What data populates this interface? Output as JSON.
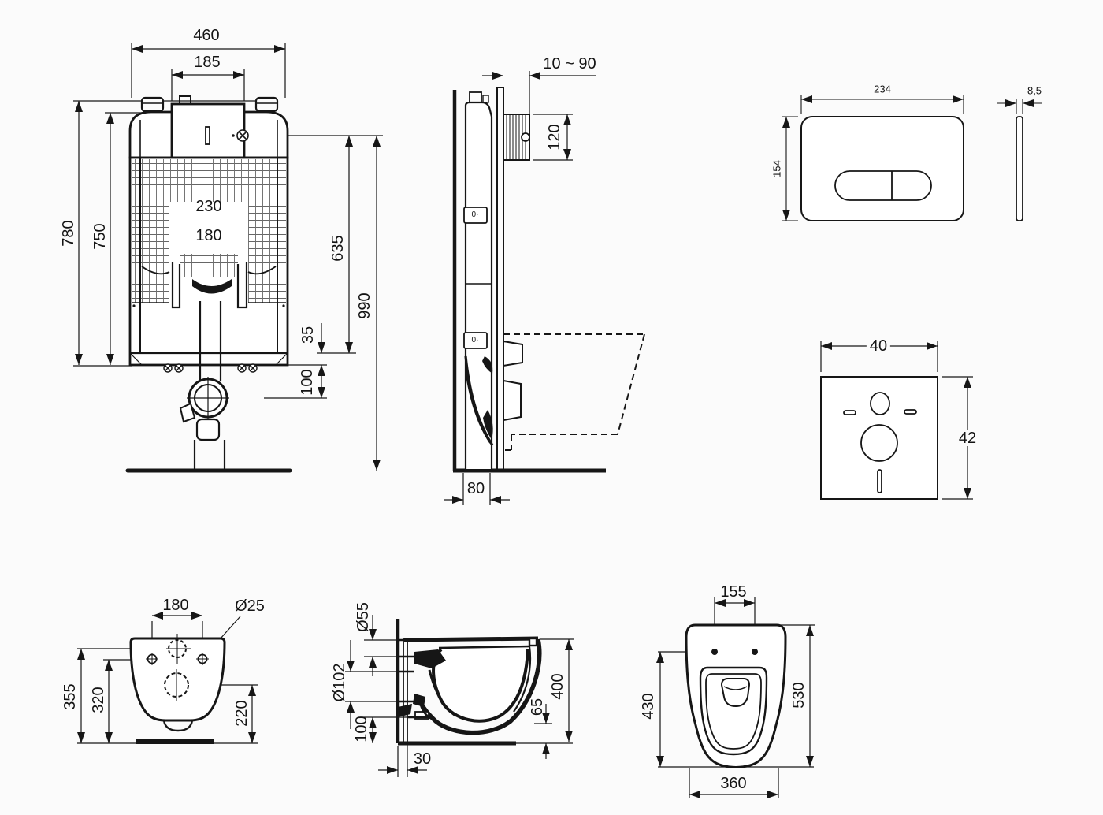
{
  "drawing": {
    "line_color": "#161616",
    "background": "#fbfbfb",
    "cistern_front": {
      "overall_width": "460",
      "service_opening_width": "185",
      "frame_height": "780",
      "tank_top_height": "750",
      "housing_width": "230",
      "pipe_spacing_width": "180",
      "inlet_to_beam_height": "635",
      "inlet_to_floor_height": "990",
      "beam_offset": "35",
      "outlet_offset": "100"
    },
    "cistern_side": {
      "install_depth_range": "10 ~ 90",
      "flush_bend_height": "120",
      "frame_depth": "80",
      "fastener_marker": "0·"
    },
    "flush_plate": {
      "width": "234",
      "height": "154",
      "thickness": "8,5"
    },
    "sound_mat": {
      "width": "40",
      "height": "42"
    },
    "bowl_rear": {
      "bolt_spacing": "180",
      "bolt_diameter": "Ø25",
      "inlet_height": "355",
      "bolt_height": "320",
      "outlet_height": "220"
    },
    "bowl_side": {
      "inlet_diameter": "Ø55",
      "outlet_diameter": "Ø102",
      "outlet_center_height": "100",
      "wall_gap": "30",
      "rim_clearance": "65",
      "bowl_height": "400"
    },
    "bowl_top": {
      "bolt_spacing": "155",
      "inner_length": "430",
      "total_length": "530",
      "width": "360"
    }
  }
}
